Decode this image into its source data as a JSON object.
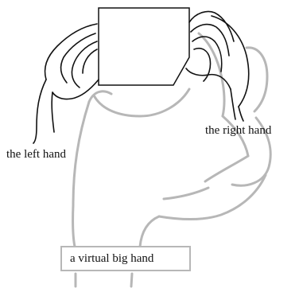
{
  "labels": {
    "left_hand": "the left hand",
    "right_hand": "the right hand",
    "virtual_hand": "a virtual big hand"
  },
  "colors": {
    "hand_outline": "#111111",
    "virtual_hand_outline": "#b7b7b7",
    "object": "#111111",
    "background": "#ffffff"
  }
}
